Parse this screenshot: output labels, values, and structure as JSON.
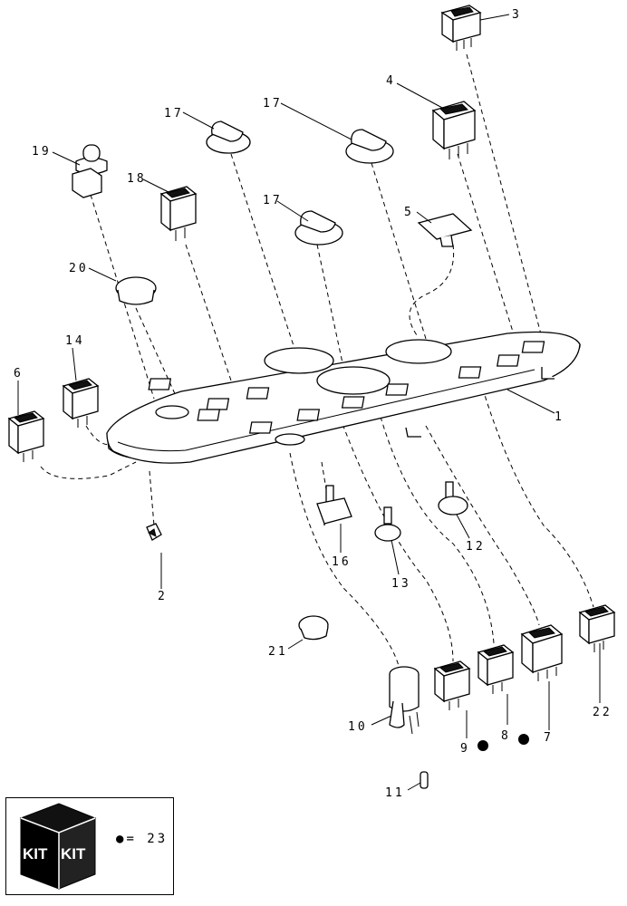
{
  "labels": {
    "l1": "1",
    "l2": "2",
    "l3": "3",
    "l4": "4",
    "l5": "5",
    "l6": "6",
    "l7": "7",
    "l8": "8",
    "l9": "9",
    "l10": "10",
    "l11": "11",
    "l12": "12",
    "l13": "13",
    "l14": "14",
    "l16": "16",
    "l17a": "17",
    "l17b": "17",
    "l17c": "17",
    "l18": "18",
    "l19": "19",
    "l20": "20",
    "l21": "21",
    "l22": "22"
  },
  "kit": {
    "word_left": "KIT",
    "word_right": "KIT",
    "legend_symbol": "●",
    "legend_text": "= 23"
  }
}
